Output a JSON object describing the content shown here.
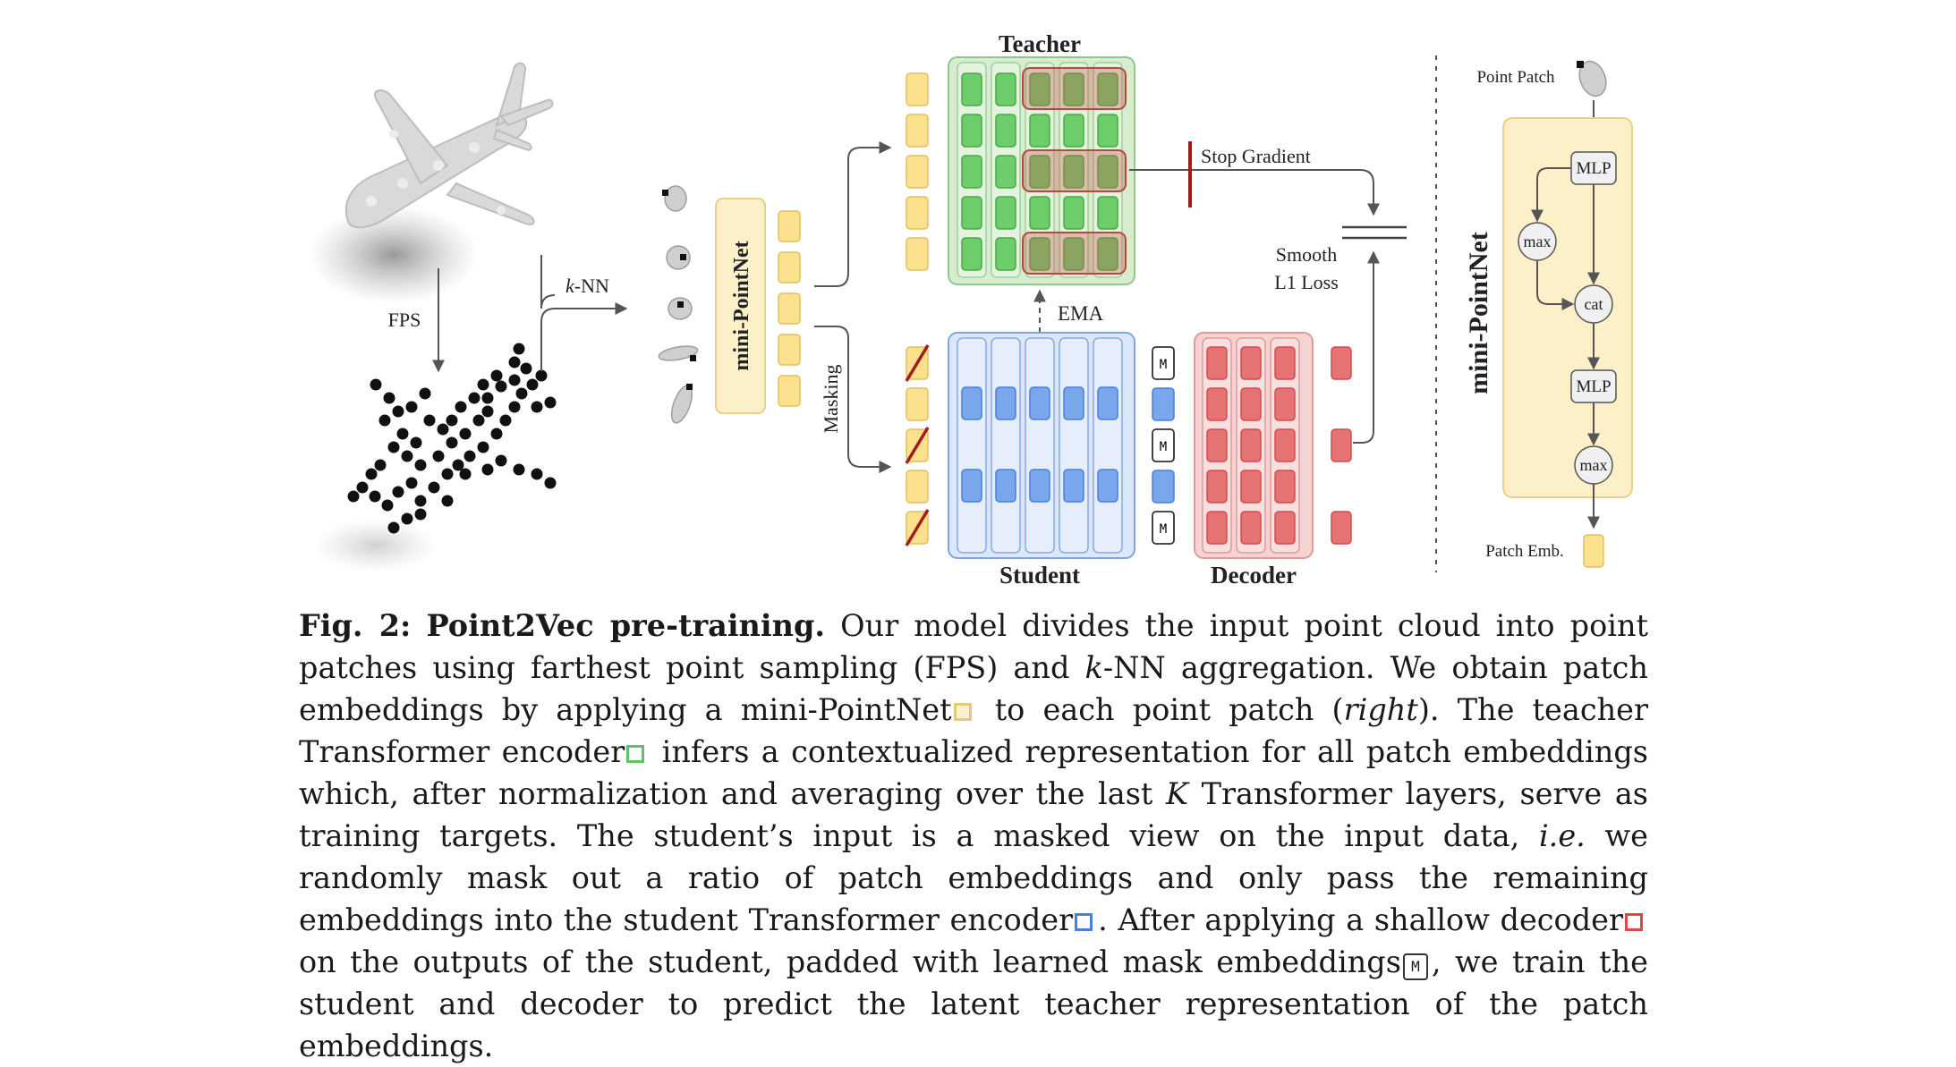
{
  "figure": {
    "fps_label": "FPS",
    "knn_label_k": "k",
    "knn_label_rest": "-NN",
    "minipointnet_label": "mini-PointNet",
    "masking_label": "Masking",
    "teacher_label": "Teacher",
    "student_label": "Student",
    "decoder_label": "Decoder",
    "ema_label": "EMA",
    "stop_gradient_label": "Stop Gradient",
    "loss_label_line1": "Smooth",
    "loss_label_line2": "L1 Loss",
    "mask_token_label": "M",
    "detail": {
      "point_patch_label": "Point Patch",
      "mlp1_label": "MLP",
      "max1_label": "max",
      "cat_label": "cat",
      "mlp2_label": "MLP",
      "max2_label": "max",
      "title": "mini-PointNet",
      "patch_emb_label": "Patch Emb."
    },
    "colors": {
      "yellow": "#fbe08e",
      "green": "#6ccd6a",
      "blue": "#7aa6ec",
      "red": "#e57373",
      "teacher_bg": "#d8ecd0",
      "student_bg": "#dbe7fa",
      "decoder_bg": "#f6d3d3",
      "stop": "#a31c1c"
    }
  },
  "caption": {
    "fig_label": "Fig. 2:",
    "fig_title": "Point2Vec pre-training.",
    "t1": "Our model divides the input point cloud into point patches using farthest point sampling (FPS) and ",
    "k1": "k",
    "t2": "-NN aggregation. We obtain patch embeddings by applying a mini-PointNet",
    "t3": "to each point patch (",
    "right": "right",
    "t4": "). The teacher Transformer encoder",
    "t5": "infers a contextualized representation for all patch embeddings which, after normalization and averaging over the last ",
    "K": "K",
    "t6": " Transformer layers, serve as training targets. The student’s input is a masked view on the input data, ",
    "ie": "i.e.",
    "t7": " we randomly mask out a ratio of patch embeddings and only pass the remaining embeddings into the student Transformer encoder",
    "t8": ". After applying a shallow decoder",
    "t9": "on the outputs of the student, padded with learned mask embeddings",
    "t10": ", we train the student and decoder to predict the latent teacher representation of the patch embeddings.",
    "m": "M"
  }
}
